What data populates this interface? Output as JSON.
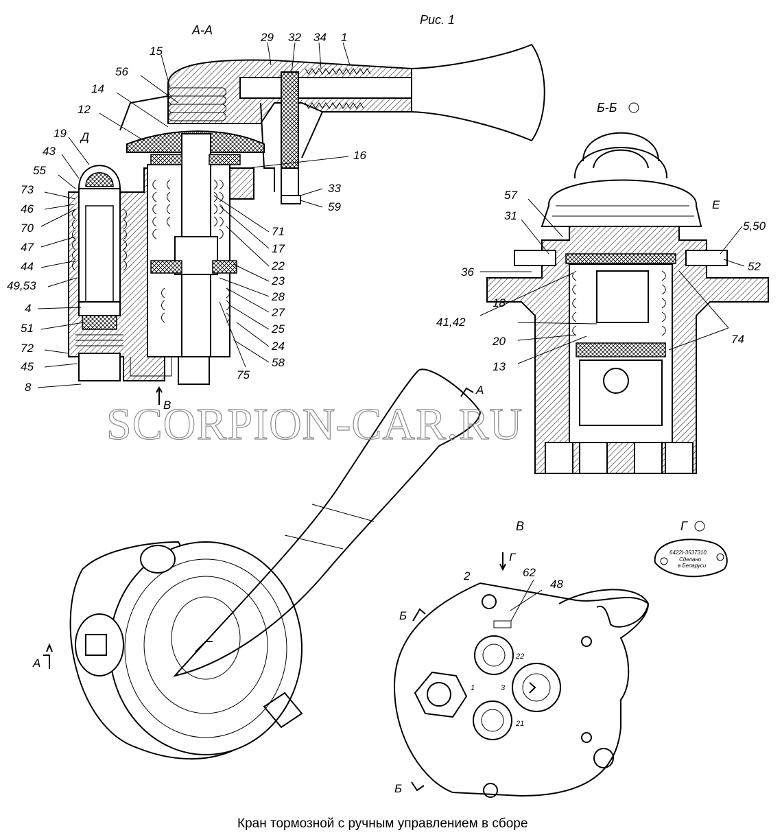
{
  "figure_label": "Рис. 1",
  "views": {
    "section_aa": "А-А",
    "section_bb": "Б-Б",
    "view_v": "В",
    "view_g": "Г",
    "detail_d": "Д",
    "detail_e": "Е"
  },
  "markers": {
    "arrow_v": "В",
    "cut_a_top": "А",
    "cut_a_left": "А",
    "cut_b_top": "Б",
    "cut_b_bottom": "Б",
    "arrow_g": "Г"
  },
  "callouts_section_aa": [
    "29",
    "32",
    "34",
    "1",
    "15",
    "56",
    "14",
    "12",
    "19",
    "43",
    "55",
    "73",
    "46",
    "70",
    "47",
    "44",
    "49,53",
    "4",
    "51",
    "72",
    "45",
    "8",
    "16",
    "33",
    "59",
    "71",
    "17",
    "22",
    "23",
    "28",
    "27",
    "25",
    "24",
    "58",
    "75"
  ],
  "callouts_section_bb": [
    "57",
    "31",
    "36",
    "41,42",
    "18",
    "20",
    "13",
    "5,50",
    "52",
    "74"
  ],
  "callouts_view_v": [
    "2",
    "62",
    "48"
  ],
  "port_numbers": [
    "22",
    "1",
    "3",
    "21"
  ],
  "plate_text": [
    "6422I-3537310",
    "Сделано",
    "в Беларуси"
  ],
  "watermark": "SCORPION-CAR.RU",
  "caption": "Кран тормозной с ручным управлением в сборе"
}
